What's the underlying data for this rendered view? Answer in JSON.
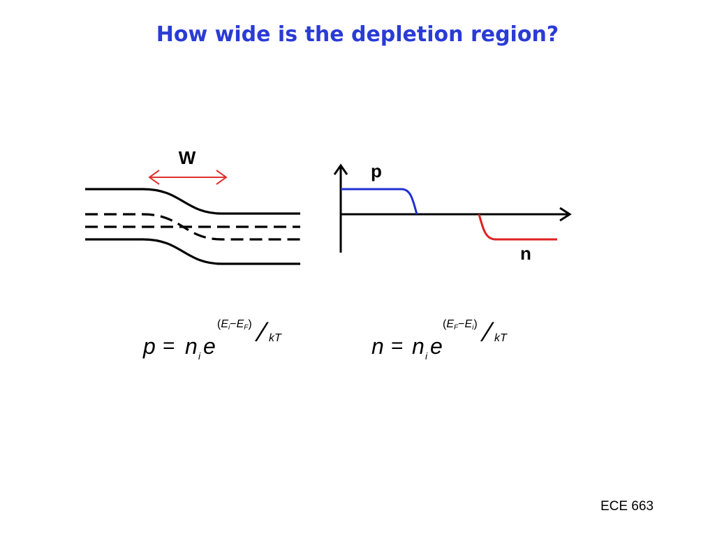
{
  "slide": {
    "title": "How wide is the depletion region?",
    "footer": "ECE 663"
  },
  "band_diagram": {
    "width_label": "W",
    "arrow_color": "#e03030"
  },
  "carrier_plot": {
    "p_label": "p",
    "n_label": "n",
    "p_color": "#2030d0",
    "n_color": "#e02020"
  },
  "equations": {
    "p_eq": {
      "lhs": "p",
      "equals": "=",
      "n": "n",
      "n_sub": "i",
      "e": "e",
      "exp_open": "(",
      "exp_a": "E",
      "exp_a_sub": "i",
      "exp_minus": "−",
      "exp_b": "E",
      "exp_b_sub": "F",
      "exp_close": ")",
      "denom": "kT"
    },
    "n_eq": {
      "lhs": "n",
      "equals": "=",
      "n": "n",
      "n_sub": "i",
      "e": "e",
      "exp_open": "(",
      "exp_a": "E",
      "exp_a_sub": "F",
      "exp_minus": "−",
      "exp_b": "E",
      "exp_b_sub": "i",
      "exp_close": ")",
      "denom": "kT"
    }
  }
}
